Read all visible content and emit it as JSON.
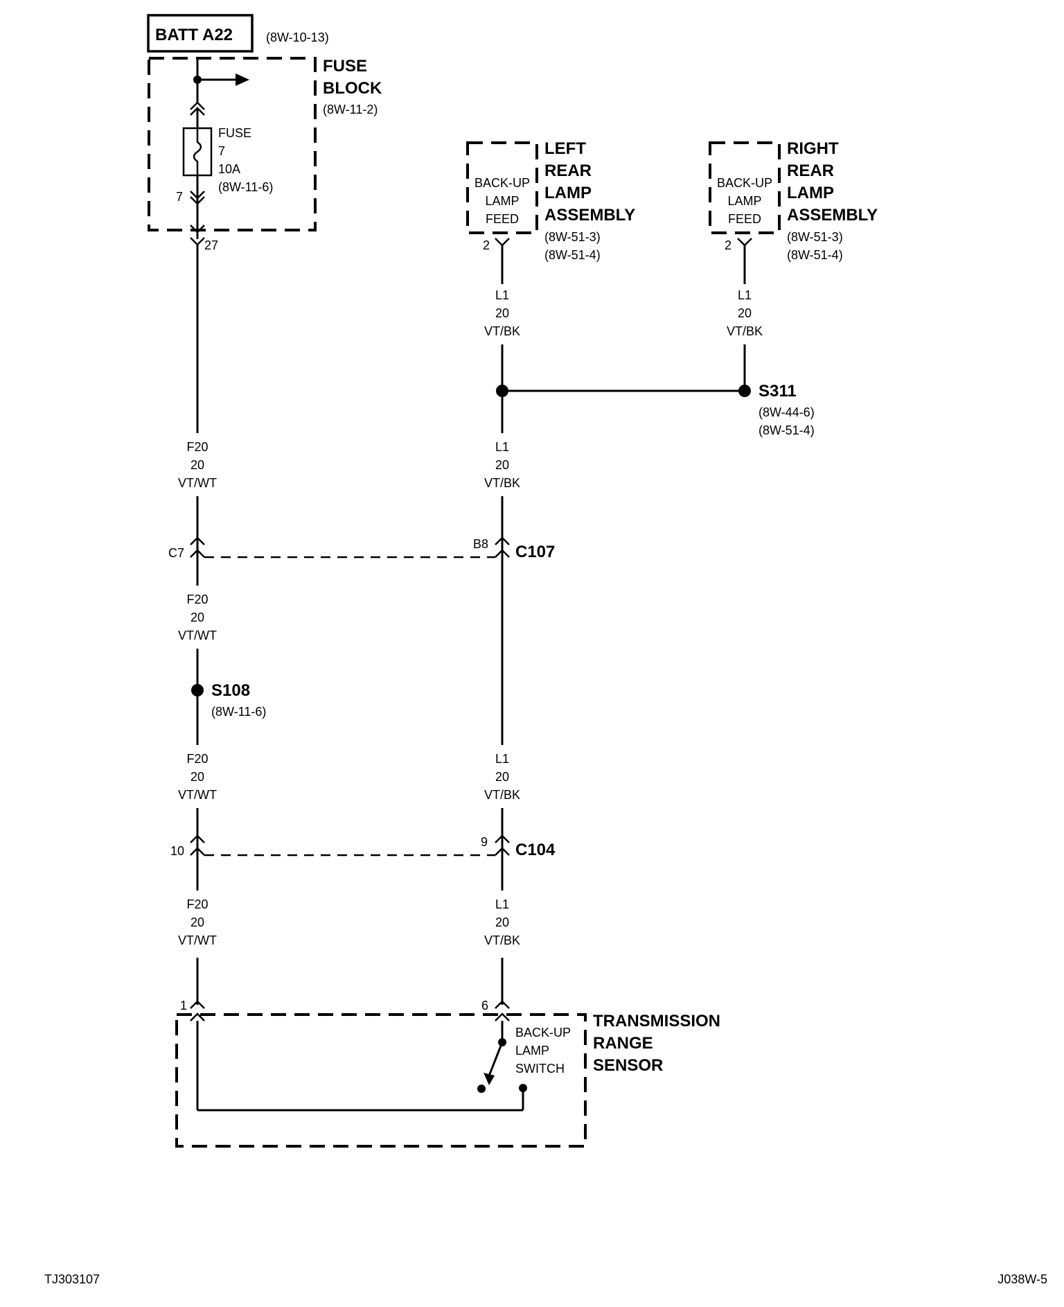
{
  "batt": {
    "label": "BATT A22",
    "ref": "(8W-10-13)"
  },
  "fuse_block": {
    "title1": "FUSE",
    "title2": "BLOCK",
    "ref": "(8W-11-2)",
    "fuse_label": "FUSE",
    "fuse_num": "7",
    "fuse_rating": "10A",
    "fuse_ref": "(8W-11-6)",
    "pin_top": "7",
    "pin_bottom": "27"
  },
  "left_lamp": {
    "box1": "BACK-UP",
    "box2": "LAMP",
    "box3": "FEED",
    "title1": "LEFT",
    "title2": "REAR",
    "title3": "LAMP",
    "title4": "ASSEMBLY",
    "ref1": "(8W-51-3)",
    "ref2": "(8W-51-4)",
    "pin": "2"
  },
  "right_lamp": {
    "box1": "BACK-UP",
    "box2": "LAMP",
    "box3": "FEED",
    "title1": "RIGHT",
    "title2": "REAR",
    "title3": "LAMP",
    "title4": "ASSEMBLY",
    "ref1": "(8W-51-3)",
    "ref2": "(8W-51-4)",
    "pin": "2"
  },
  "wires": {
    "l1": {
      "circuit": "L1",
      "gauge": "20",
      "color": "VT/BK"
    },
    "f20": {
      "circuit": "F20",
      "gauge": "20",
      "color": "VT/WT"
    }
  },
  "splice_s311": {
    "label": "S311",
    "ref1": "(8W-44-6)",
    "ref2": "(8W-51-4)"
  },
  "splice_s108": {
    "label": "S108",
    "ref": "(8W-11-6)"
  },
  "c107": {
    "label": "C107",
    "pin_left": "C7",
    "pin_right": "B8"
  },
  "c104": {
    "label": "C104",
    "pin_left": "10",
    "pin_right": "9"
  },
  "sensor": {
    "title1": "TRANSMISSION",
    "title2": "RANGE",
    "title3": "SENSOR",
    "switch1": "BACK-UP",
    "switch2": "LAMP",
    "switch3": "SWITCH",
    "pin_left": "1",
    "pin_right": "6"
  },
  "footer": {
    "left": "TJ303107",
    "right": "J038W-5"
  }
}
